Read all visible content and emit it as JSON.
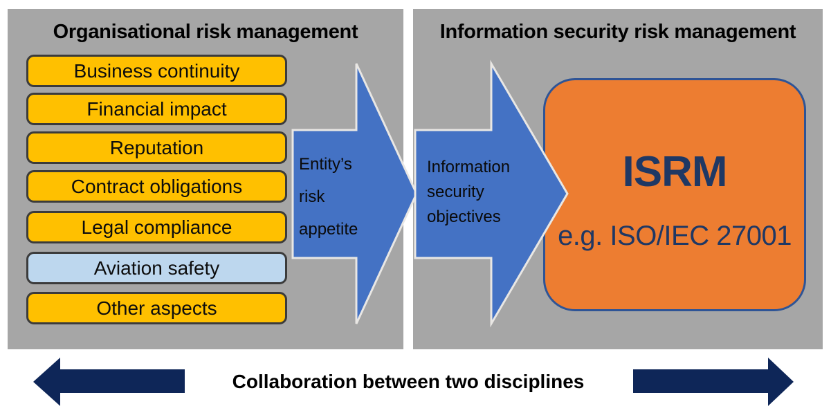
{
  "left_panel": {
    "title": "Organisational risk management",
    "boxes": [
      {
        "label": "Business continuity",
        "fill": "#ffc000"
      },
      {
        "label": "Financial impact",
        "fill": "#ffc000"
      },
      {
        "label": "Reputation",
        "fill": "#ffc000"
      },
      {
        "label": "Contract obligations",
        "fill": "#ffc000"
      },
      {
        "label": "Legal compliance",
        "fill": "#ffc000"
      },
      {
        "label": "Aviation safety",
        "fill": "#bdd7ee"
      },
      {
        "label": "Other aspects",
        "fill": "#ffc000"
      }
    ]
  },
  "right_panel": {
    "title": "Information security risk management",
    "isrm_box": {
      "heading": "ISRM",
      "subheading": "e.g. ISO/IEC 27001"
    }
  },
  "arrows": {
    "entity_risk_appetite": {
      "lines": [
        "Entity’s",
        "risk",
        "appetite"
      ]
    },
    "information_security_objectives": {
      "lines": [
        "Information",
        "security",
        "objectives"
      ]
    },
    "collaboration_label": "Collaboration between two disciplines"
  },
  "colors": {
    "panel_gray": "#a6a6a6",
    "box_yellow": "#ffc000",
    "box_light_blue": "#bdd7ee",
    "box_border": "#3b3b3b",
    "flow_arrow_blue": "#4472c4",
    "flow_arrow_outline": "#e9e7e4",
    "isrm_orange": "#ed7d31",
    "isrm_border": "#2e5496",
    "navy_text": "#1f3864",
    "collab_arrow_navy": "#0e2658"
  }
}
